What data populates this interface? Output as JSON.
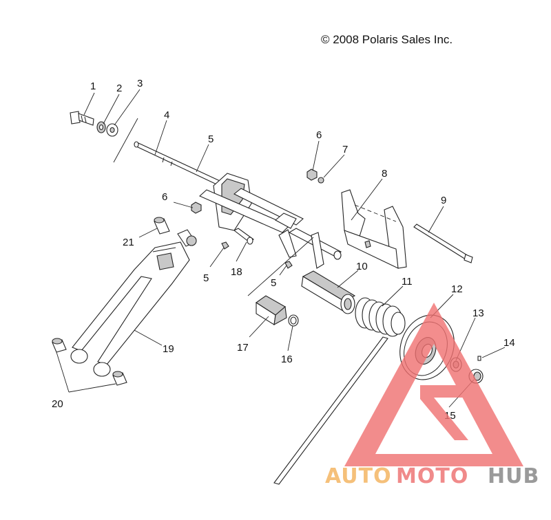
{
  "copyright": "© 2008 Polaris Sales Inc.",
  "callouts": [
    {
      "id": "c1",
      "text": "1"
    },
    {
      "id": "c2",
      "text": "2"
    },
    {
      "id": "c3",
      "text": "3"
    },
    {
      "id": "c4",
      "text": "4"
    },
    {
      "id": "c5a",
      "text": "5"
    },
    {
      "id": "c6a",
      "text": "6"
    },
    {
      "id": "c7",
      "text": "7"
    },
    {
      "id": "c8",
      "text": "8"
    },
    {
      "id": "c6b",
      "text": "6"
    },
    {
      "id": "c9",
      "text": "9"
    },
    {
      "id": "c21",
      "text": "21"
    },
    {
      "id": "c5b",
      "text": "5"
    },
    {
      "id": "c18",
      "text": "18"
    },
    {
      "id": "c5c",
      "text": "5"
    },
    {
      "id": "c10",
      "text": "10"
    },
    {
      "id": "c11",
      "text": "11"
    },
    {
      "id": "c12",
      "text": "12"
    },
    {
      "id": "c13",
      "text": "13"
    },
    {
      "id": "c14",
      "text": "14"
    },
    {
      "id": "c19",
      "text": "19"
    },
    {
      "id": "c17",
      "text": "17"
    },
    {
      "id": "c16",
      "text": "16"
    },
    {
      "id": "c15",
      "text": "15"
    },
    {
      "id": "c20",
      "text": "20"
    }
  ],
  "watermark": {
    "part1": "AUTO",
    "part2": "MOTO",
    "part3": "HUB",
    "colors": {
      "auto": "#f5c07a",
      "moto": "#f08a8a",
      "hub": "#9a9a9a",
      "triangle": "#f07070"
    }
  }
}
